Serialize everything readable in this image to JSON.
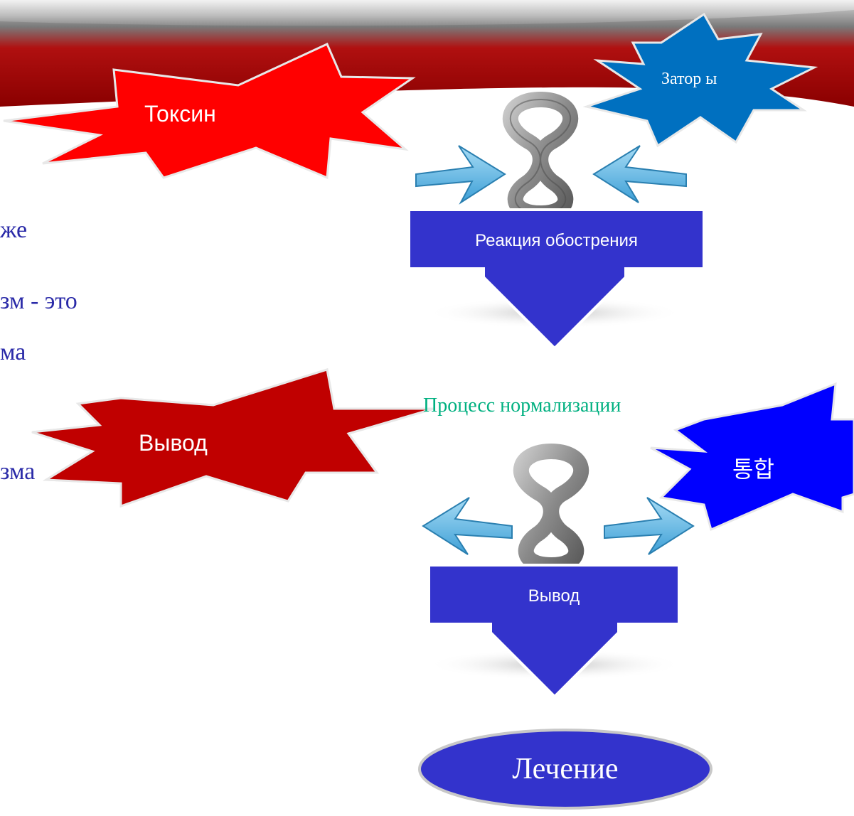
{
  "body_text": {
    "line1": "же",
    "line2": "зм - это",
    "line3": "ма",
    "line4": "зма"
  },
  "bursts": {
    "toxin": "Токсин",
    "blockages": "Затор ы",
    "withdrawal": "Вывод",
    "integration": "통합"
  },
  "flow": {
    "box1_label": "Реакция обострения",
    "middle_label": "Процесс нормализации",
    "box2_label": "Вывод",
    "final_label": "Лечение"
  },
  "colors": {
    "red": "#ff0000",
    "dark_red": "#c00000",
    "steel_blue": "#0070c0",
    "blue": "#0000ff",
    "box_blue": "#3333cc",
    "arrow_blue": "#5bb8e6",
    "green_text": "#00b080"
  },
  "icons": [
    "omega-connector-icon",
    "arrows-inward-icon",
    "arrows-outward-icon"
  ]
}
